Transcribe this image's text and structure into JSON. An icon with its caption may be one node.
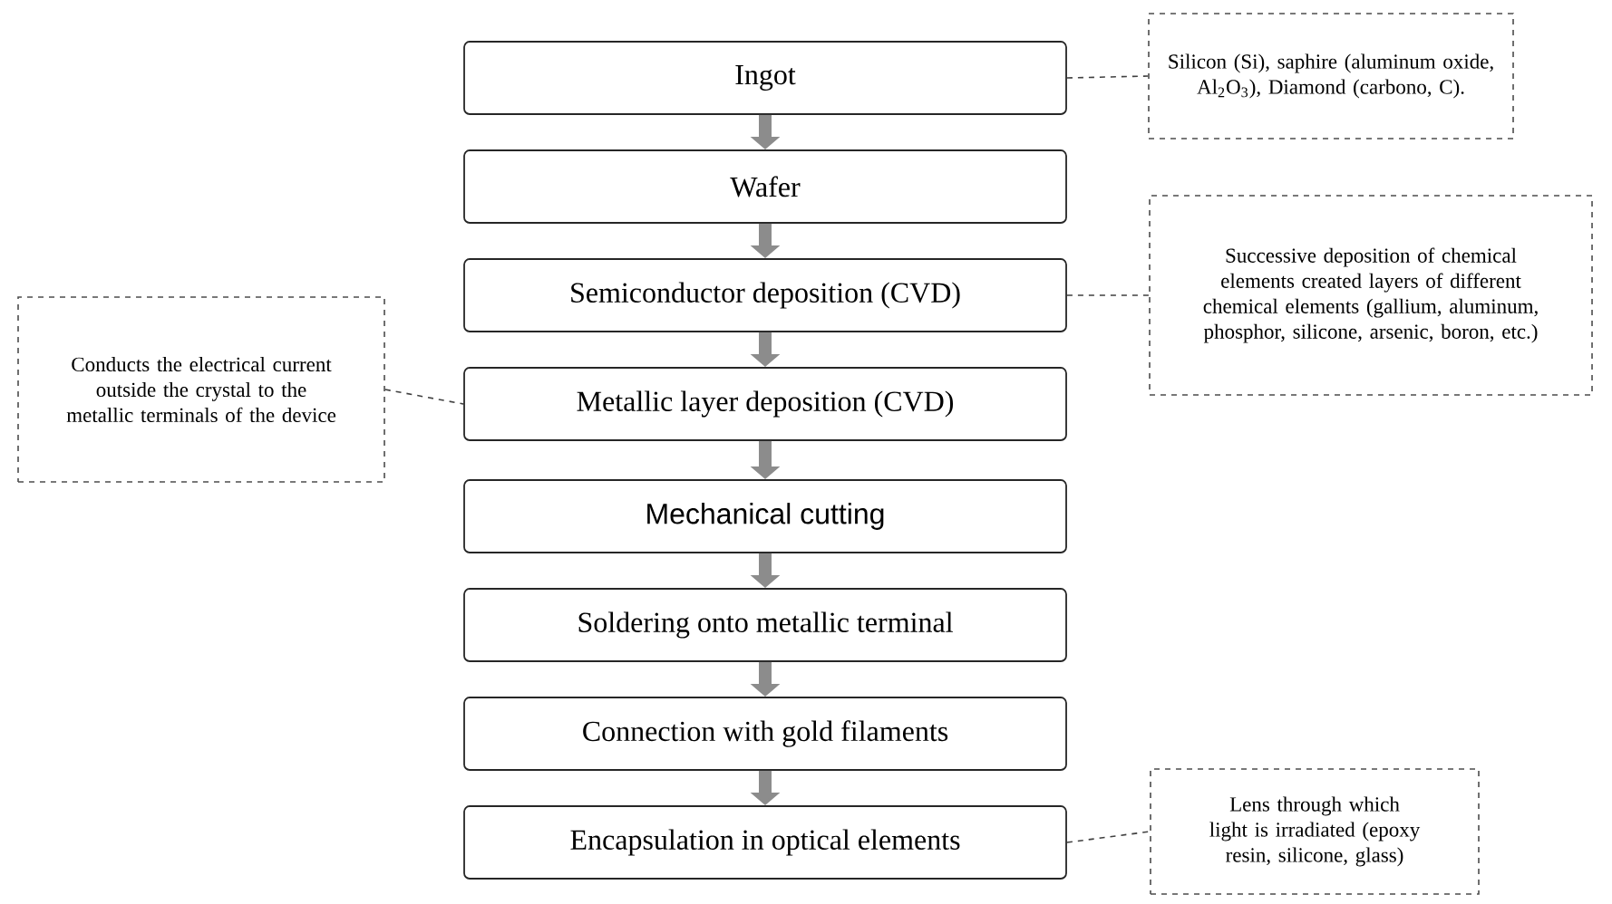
{
  "diagram": {
    "nodes": [
      {
        "text": [
          "Ingot"
        ]
      },
      {
        "text": [
          "Wafer"
        ]
      },
      {
        "text": [
          "Semiconductor deposition (CVD)"
        ]
      },
      {
        "text": [
          "Metallic layer deposition (CVD)"
        ]
      },
      {
        "text": [
          "Mechanical cutting"
        ]
      },
      {
        "text": [
          "Soldering onto metallic terminal"
        ]
      },
      {
        "text": [
          "Connection with gold filaments"
        ]
      },
      {
        "text": [
          "Encapsulation in optical elements"
        ]
      },
      {
        "text": [
          "Silicon (Si), saphire (aluminum oxide, Al$_{2}$O$_{3}$), Diamond (carbono, C)."
        ]
      },
      {
        "text": [
          "Successive deposition of chemical elements created layers of different chemical elements (gallium, aluminum, phosphor, silicone, arsenic, boron, etc.)"
        ]
      },
      {
        "text": [
          "Conducts the electrical current outside the crystal to the metallic terminals of the device"
        ]
      },
      {
        "text": [
          "Lens through which light is irradiated (epoxy resin, silicone, glass)"
        ]
      }
    ],
    "edges": [
      {
        "from": 0,
        "to": 1,
        "arrow": "to"
      },
      {
        "from": 1,
        "to": 2,
        "arrow": "to"
      },
      {
        "from": 2,
        "to": 3,
        "arrow": "to"
      },
      {
        "from": 3,
        "to": 4,
        "arrow": "to"
      },
      {
        "from": 4,
        "to": 5,
        "arrow": "to"
      },
      {
        "from": 5,
        "to": 6,
        "arrow": "to"
      },
      {
        "from": 6,
        "to": 7,
        "arrow": "to"
      },
      {
        "from": 0,
        "to": 8,
        "arrow": "none",
        "style": "dashed"
      },
      {
        "from": 2,
        "to": 9,
        "arrow": "none",
        "style": "dashed"
      },
      {
        "from": 10,
        "to": 3,
        "arrow": "none",
        "style": "dashed"
      },
      {
        "from": 7,
        "to": 11,
        "arrow": "none",
        "style": "dashed"
      }
    ]
  }
}
